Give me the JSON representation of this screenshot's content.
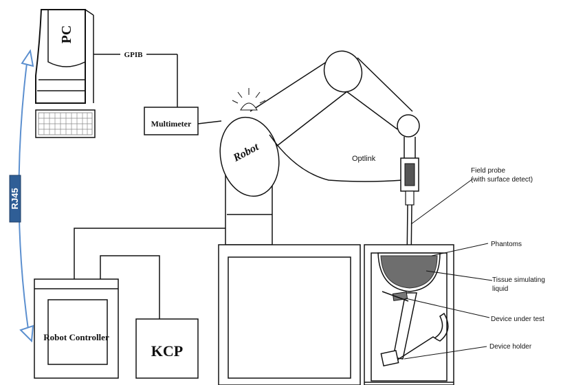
{
  "labels": {
    "pc": "PC",
    "gpib": "GPIB",
    "multimeter": "Multimeter",
    "robot": "Robot",
    "optlink": "Optlink",
    "field_probe_line1": "Field probe",
    "field_probe_line2": "(with surface detect)",
    "rj45": "RJ45",
    "phantoms": "Phantoms",
    "tissue_line1": "Tissue simulating",
    "tissue_line2": "liquid",
    "device_under_test": "Device under test",
    "device_holder": "Device holder",
    "robot_controller": "Robot Controller",
    "kcp": "KCP"
  },
  "colors": {
    "rj45_fill": "#2f5e96",
    "rj45_arrow": "#5b8fcf",
    "liquid": "#6e6e6e",
    "line": "#111111"
  }
}
